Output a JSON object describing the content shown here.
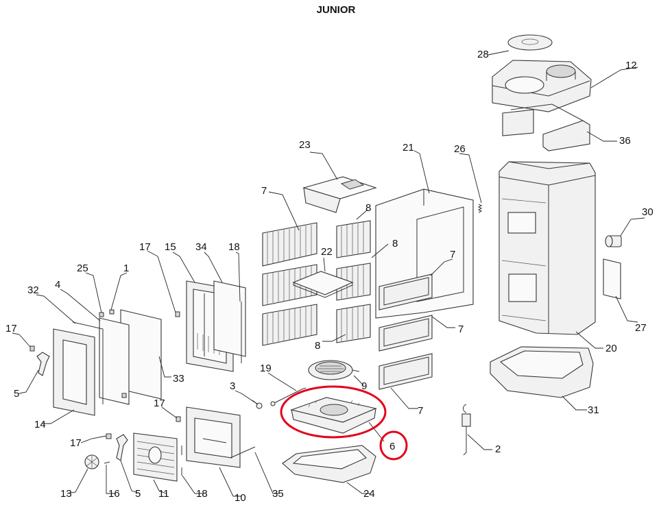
{
  "title": "JUNIOR",
  "highlight_color": "#e3001b",
  "highlighted_part": "6",
  "callouts": {
    "c28": "28",
    "c12": "12",
    "c36": "36",
    "c23": "23",
    "c21": "21",
    "c26": "26",
    "c30": "30",
    "c27": "27",
    "c20": "20",
    "c31": "31",
    "c2": "2",
    "c7a": "7",
    "c8a": "8",
    "c8b": "8",
    "c22": "22",
    "c8c": "8",
    "c7b": "7",
    "c7c": "7",
    "c7d": "7",
    "c17a": "17",
    "c15": "15",
    "c34": "34",
    "c18a": "18",
    "c25": "25",
    "c1": "1",
    "c32": "32",
    "c4": "4",
    "c17b": "17",
    "c5a": "5",
    "c14": "14",
    "c33": "33",
    "c3": "3",
    "c19": "19",
    "c9": "9",
    "c6": "6",
    "c17c": "17",
    "c17d": "17",
    "c13": "13",
    "c16": "16",
    "c5b": "5",
    "c11": "11",
    "c18b": "18",
    "c10": "10",
    "c35": "35",
    "c24": "24"
  }
}
